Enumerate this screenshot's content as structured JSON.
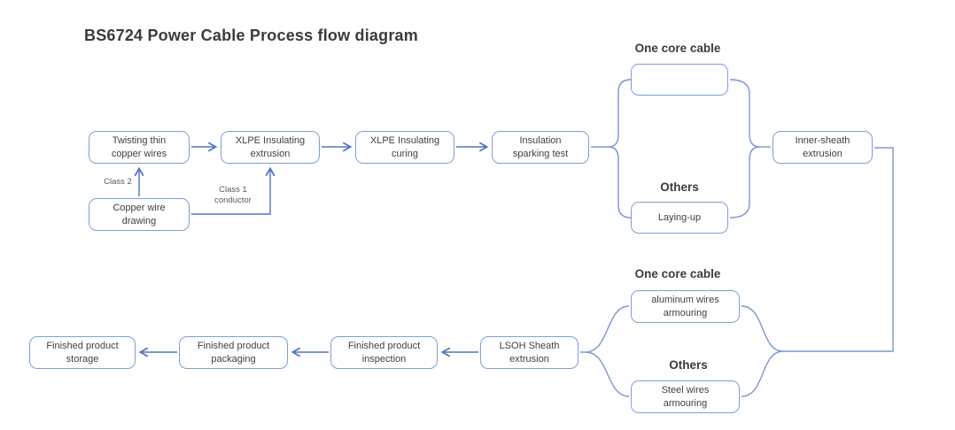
{
  "title": "BS6724 Power Cable Process flow diagram",
  "colors": {
    "box_border": "#7f9ed7",
    "connector": "#7b96d2",
    "arrow": "#4d76c4",
    "thick_arrow": "#4472c4",
    "text": "#3f3f3f",
    "label_muted": "#595959"
  },
  "nodes": {
    "twisting": {
      "label": "Twisting thin\ncopper wires"
    },
    "xlpe_extrusion": {
      "label": "XLPE Insulating\nextrusion"
    },
    "xlpe_curing": {
      "label": "XLPE Insulating\ncuring"
    },
    "sparking_test": {
      "label": "Insulation\nsparking test"
    },
    "copper_drawing": {
      "label": "Copper wire\ndrawing"
    },
    "laying_up": {
      "label": "Laying-up"
    },
    "inner_sheath": {
      "label": "Inner-sheath\nextrusion"
    },
    "aluminum_armouring": {
      "label": "aluminum wires\narmouring"
    },
    "steel_armouring": {
      "label": "Steel wires\narmouring"
    },
    "lsoh_extrusion": {
      "label": "LSOH Sheath\nextrusion"
    },
    "inspection": {
      "label": "Finished product\ninspection"
    },
    "packaging": {
      "label": "Finished product\npackaging"
    },
    "storage": {
      "label": "Finished product\nstorage"
    }
  },
  "branch_labels": {
    "top_one_core": "One core cable",
    "top_others": "Others",
    "bottom_one_core": "One core cable",
    "bottom_others": "Others"
  },
  "edge_labels": {
    "class2": "Class 2",
    "class1": "Class 1\nconductor"
  }
}
